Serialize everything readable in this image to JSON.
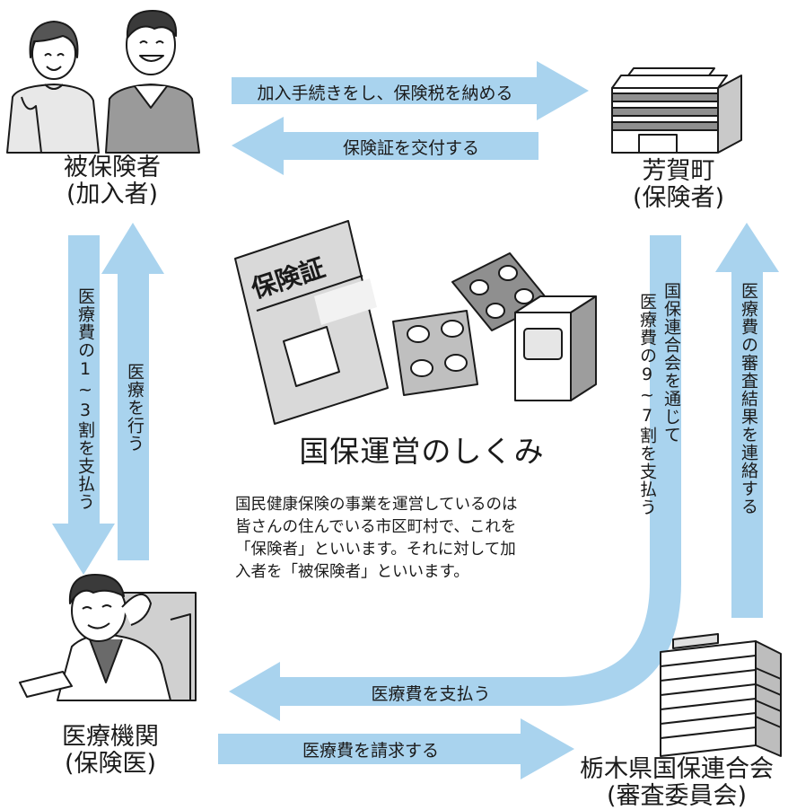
{
  "title": "国保運営のしくみ",
  "description": [
    "国民健康保険の事業を運営しているのは",
    "皆さんの住んでいる市区町村で、これを",
    "「保険者」といいます。それに対して加",
    "入者を「被保険者」といいます。"
  ],
  "parties": {
    "insured": {
      "line1": "被保険者",
      "line2": "(加入者)"
    },
    "insurer": {
      "line1": "芳賀町",
      "line2": "(保険者)"
    },
    "medical": {
      "line1": "医療機関",
      "line2": "(保険医)"
    },
    "federation": {
      "line1": "栃木県国保連合会",
      "line2": "(審査委員会)"
    }
  },
  "arrows": {
    "enroll": "加入手続きをし、保険税を納める",
    "issue_card": "保険証を交付する",
    "pay_share": "医療費の1~3割を支払う",
    "treat": "医療を行う",
    "pay_via_federation": [
      "国保連合会を通じて",
      "医療費の9~7割を支払う"
    ],
    "report_review": "医療費の審査結果を連絡する",
    "pay_costs": "医療費を支払う",
    "claim_costs": "医療費を請求する"
  },
  "illustration_text": {
    "card_label": "保険証"
  },
  "colors": {
    "arrow": "#a9d3ee",
    "ink": "#1a1a1a",
    "gray": "#8a8a8a"
  }
}
